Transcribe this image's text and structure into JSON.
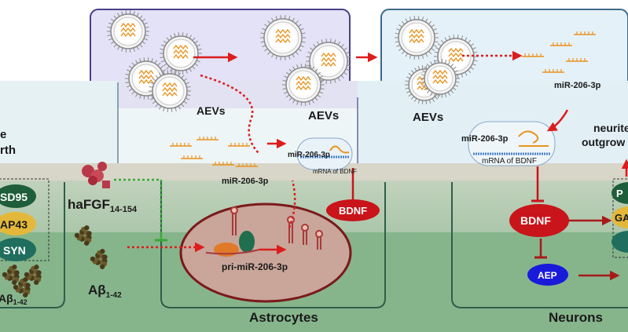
{
  "labels": {
    "aevs_left_top": "AEVs",
    "aevs_left": "AEVs",
    "aevs_right": "AEVs",
    "mir_top_right": "miR-206-3p",
    "mir_right_mid": "miR-206-3p",
    "mrna_right": "mRNA of BDNF",
    "neurite_line1": "neurite",
    "neurite_line2": "outgrow",
    "mir_left_mid": "miR-206-3p",
    "mrna_left": "mRNA of BDNF",
    "mir_left_low": "miR-206-3p",
    "bdnf_left": "BDNF",
    "bdnf_right": "BDNF",
    "aep": "AEP",
    "hafgf_main": "haFGF",
    "hafgf_sub": "14-154",
    "abeta_main": "Aβ",
    "abeta_sub": "1-42",
    "abeta_left_main": "Aβ",
    "abeta_left_sub": "1-42",
    "pri_mir": "pri-miR-206-3p",
    "astrocytes": "Astrocytes",
    "neurons": "Neurons",
    "left_fragment_e": "e",
    "left_fragment_rth": "rth",
    "protein_psd95": "SD95",
    "protein_gap43": "AP43",
    "protein_syn": "SYN",
    "right_fragment_p": "P",
    "right_fragment_ga": "GA"
  },
  "colors": {
    "arrow_red": "#dd1c1c",
    "inhibit_green": "#3aa83a",
    "bdnf_fill": "#c8141a",
    "aep_fill": "#1a1adb",
    "rna_orange": "#e99420",
    "bg_green": "#8fb892",
    "vesicle_purple": "#e4e2f6",
    "vesicle_blue": "#e3f1f8"
  }
}
